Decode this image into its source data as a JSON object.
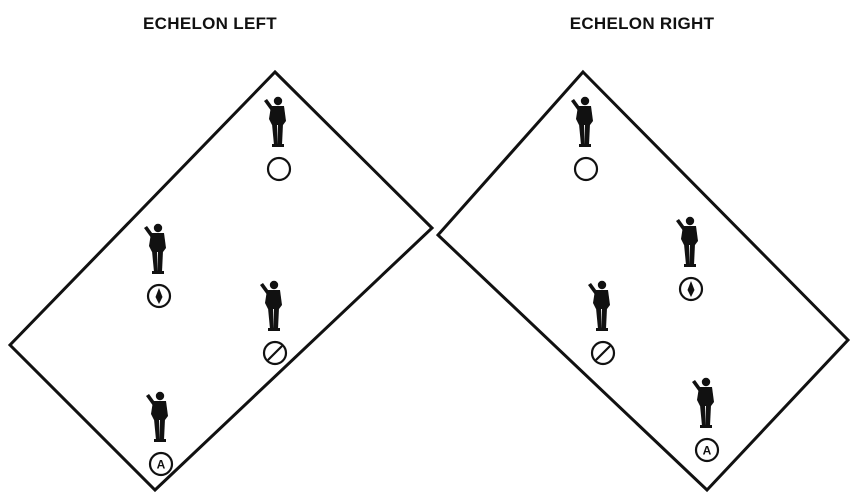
{
  "panels": [
    {
      "id": "left",
      "title": "ECHELON LEFT",
      "soldiers": [
        {
          "symbol": "empty"
        },
        {
          "symbol": "compass"
        },
        {
          "symbol": "slash"
        },
        {
          "symbol": "A"
        }
      ]
    },
    {
      "id": "right",
      "title": "ECHELON RIGHT",
      "soldiers": [
        {
          "symbol": "empty"
        },
        {
          "symbol": "compass"
        },
        {
          "symbol": "slash"
        },
        {
          "symbol": "A"
        }
      ]
    }
  ],
  "colors": {
    "ink": "#111111",
    "background": "#ffffff"
  }
}
